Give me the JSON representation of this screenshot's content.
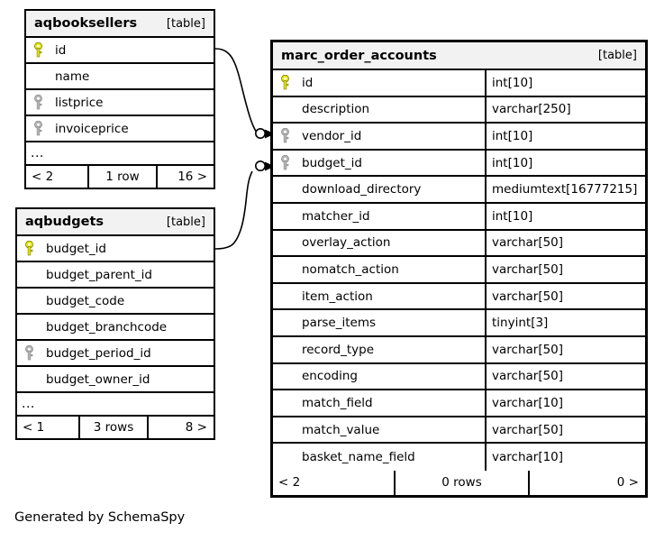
{
  "diagram": {
    "caption": "Generated by SchemaSpy",
    "kind_label": "[table]",
    "ellipsis": "...",
    "colors": {
      "primary_key": "#e8e800",
      "foreign_key": "#b4b4b4",
      "border": "#000000",
      "header_fill": "#f2f2f2",
      "background": "#ffffff"
    }
  },
  "tables": {
    "aqbooksellers": {
      "name": "aqbooksellers",
      "kind": "[table]",
      "columns": [
        {
          "name": "id",
          "key": "primary"
        },
        {
          "name": "name",
          "key": "none"
        },
        {
          "name": "listprice",
          "key": "foreign"
        },
        {
          "name": "invoiceprice",
          "key": "foreign"
        }
      ],
      "has_ellipsis": true,
      "footer": {
        "prev": "< 2",
        "rows": "1 row",
        "next": "16 >"
      }
    },
    "aqbudgets": {
      "name": "aqbudgets",
      "kind": "[table]",
      "columns": [
        {
          "name": "budget_id",
          "key": "primary"
        },
        {
          "name": "budget_parent_id",
          "key": "none"
        },
        {
          "name": "budget_code",
          "key": "none"
        },
        {
          "name": "budget_branchcode",
          "key": "none"
        },
        {
          "name": "budget_period_id",
          "key": "foreign"
        },
        {
          "name": "budget_owner_id",
          "key": "none"
        }
      ],
      "has_ellipsis": true,
      "footer": {
        "prev": "< 1",
        "rows": "3 rows",
        "next": "8 >"
      }
    },
    "marc_order_accounts": {
      "name": "marc_order_accounts",
      "kind": "[table]",
      "columns": [
        {
          "name": "id",
          "type": "int[10]",
          "key": "primary"
        },
        {
          "name": "description",
          "type": "varchar[250]",
          "key": "none"
        },
        {
          "name": "vendor_id",
          "type": "int[10]",
          "key": "foreign"
        },
        {
          "name": "budget_id",
          "type": "int[10]",
          "key": "foreign"
        },
        {
          "name": "download_directory",
          "type": "mediumtext[16777215]",
          "key": "none"
        },
        {
          "name": "matcher_id",
          "type": "int[10]",
          "key": "none"
        },
        {
          "name": "overlay_action",
          "type": "varchar[50]",
          "key": "none"
        },
        {
          "name": "nomatch_action",
          "type": "varchar[50]",
          "key": "none"
        },
        {
          "name": "item_action",
          "type": "varchar[50]",
          "key": "none"
        },
        {
          "name": "parse_items",
          "type": "tinyint[3]",
          "key": "none"
        },
        {
          "name": "record_type",
          "type": "varchar[50]",
          "key": "none"
        },
        {
          "name": "encoding",
          "type": "varchar[50]",
          "key": "none"
        },
        {
          "name": "match_field",
          "type": "varchar[10]",
          "key": "none"
        },
        {
          "name": "match_value",
          "type": "varchar[50]",
          "key": "none"
        },
        {
          "name": "basket_name_field",
          "type": "varchar[10]",
          "key": "none"
        }
      ],
      "has_ellipsis": false,
      "footer": {
        "prev": "< 2",
        "rows": "0 rows",
        "next": "0 >"
      }
    }
  },
  "relationships": [
    {
      "from_table": "aqbooksellers",
      "from_column": "id",
      "to_table": "marc_order_accounts",
      "to_column": "vendor_id"
    },
    {
      "from_table": "aqbudgets",
      "from_column": "budget_id",
      "to_table": "marc_order_accounts",
      "to_column": "budget_id"
    }
  ]
}
